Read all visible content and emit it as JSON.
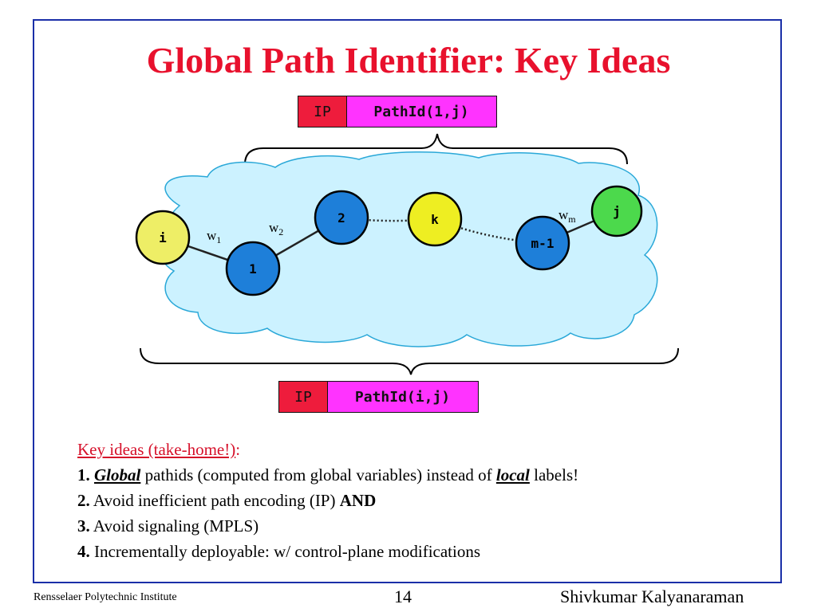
{
  "slide": {
    "title": "Global Path Identifier: Key Ideas"
  },
  "header_top": {
    "ip_label": "IP",
    "pathid_label": "PathId(1,j)"
  },
  "header_bottom": {
    "ip_label": "IP",
    "pathid_label": "PathId(i,j)"
  },
  "diagram": {
    "nodes": {
      "i": "i",
      "n1": "1",
      "n2": "2",
      "k": "k",
      "m1": "m-1",
      "j": "j"
    },
    "weights": {
      "w1": "w",
      "w1_sub": "1",
      "w2": "w",
      "w2_sub": "2",
      "wm": "w",
      "wm_sub": "m"
    },
    "colors": {
      "cloud": "#ccf2ff",
      "blue_node": "#1e7fd9",
      "yellow_node": "#eeee66",
      "green_node": "#4cd94c"
    }
  },
  "key_ideas": {
    "heading": "Key ideas (take-home!)",
    "heading_colon": ":",
    "item1_num": "1.",
    "item1_emph1": "Global",
    "item1_mid": " pathids (computed from global variables) instead of ",
    "item1_emph2": "local",
    "item1_end": " labels!",
    "item2_num": "2.",
    "item2_text": " Avoid inefficient path encoding (IP) ",
    "item2_bold": "AND",
    "item3_num": "3.",
    "item3_text": " Avoid signaling (MPLS)",
    "item4_num": "4.",
    "item4_text": " Incrementally deployable: w/ control-plane modifications"
  },
  "footer": {
    "institution": "Rensselaer Polytechnic Institute",
    "page_number": "14",
    "author": "Shivkumar Kalyanaraman"
  }
}
